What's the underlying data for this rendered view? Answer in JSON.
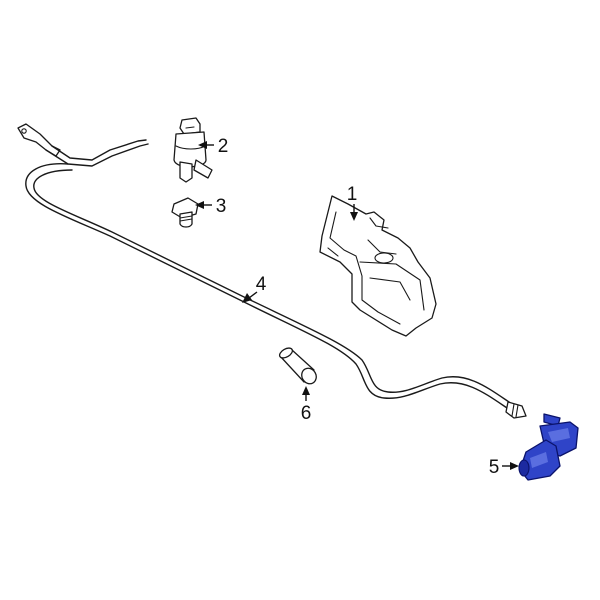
{
  "callouts": [
    {
      "id": "1",
      "label": "1"
    },
    {
      "id": "2",
      "label": "2"
    },
    {
      "id": "3",
      "label": "3"
    },
    {
      "id": "4",
      "label": "4"
    },
    {
      "id": "5",
      "label": "5"
    },
    {
      "id": "6",
      "label": "6"
    }
  ],
  "colors": {
    "highlight": "#2f44c8",
    "line": "#1a1a1a",
    "background": "#ffffff"
  }
}
